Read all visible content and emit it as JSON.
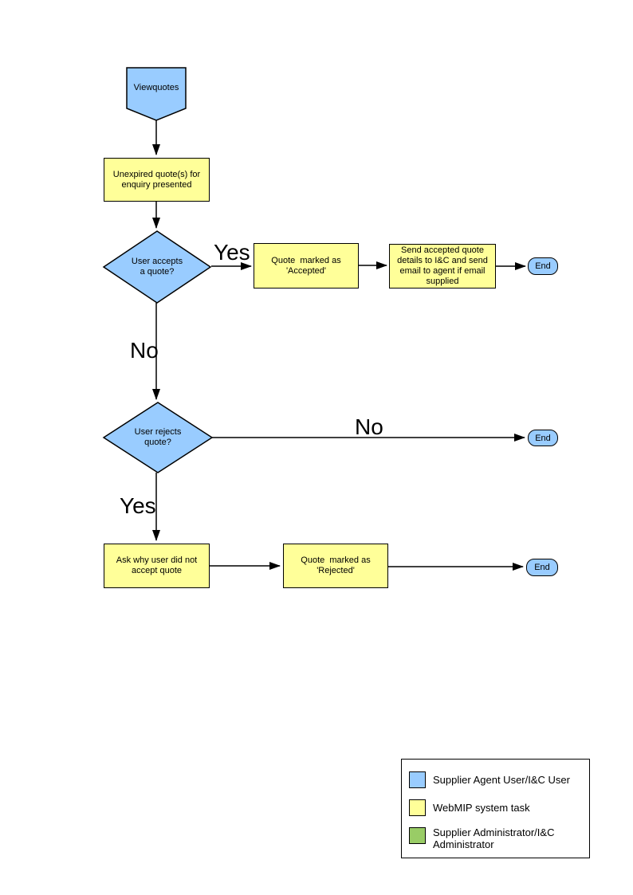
{
  "colors": {
    "actor_blue": "#99CCFF",
    "task_yellow": "#FFFF99",
    "admin_green": "#99CC66",
    "line_black": "#000000"
  },
  "flowchart": {
    "start": {
      "label": "Viewquotes"
    },
    "nodes": {
      "unexpired_quotes": {
        "label": "Unexpired quote(s) for\nenquiry presented"
      },
      "user_accepts": {
        "label": "User accepts\na quote?"
      },
      "quote_accepted": {
        "label": "Quote  marked as\n'Accepted'"
      },
      "send_details": {
        "label": "Send accepted quote\ndetails to I&C and send\nemail to agent if email\nsupplied"
      },
      "user_rejects": {
        "label": "User rejects\nquote?"
      },
      "ask_why": {
        "label": "Ask why user did not\naccept quote"
      },
      "quote_rejected": {
        "label": "Quote  marked as\n'Rejected'"
      },
      "end_accepted": {
        "label": "End"
      },
      "end_no_reject": {
        "label": "End"
      },
      "end_rejected": {
        "label": "End"
      }
    },
    "edge_labels": {
      "accepts_yes": "Yes",
      "accepts_no": "No",
      "rejects_no": "No",
      "rejects_yes": "Yes"
    }
  },
  "legend": {
    "items": [
      {
        "label": "Supplier Agent User/I&C User",
        "color": "#99CCFF"
      },
      {
        "label": "WebMIP system task",
        "color": "#FFFF99"
      },
      {
        "label": "Supplier Administrator/I&C\nAdministrator",
        "color": "#99CC66"
      }
    ]
  }
}
